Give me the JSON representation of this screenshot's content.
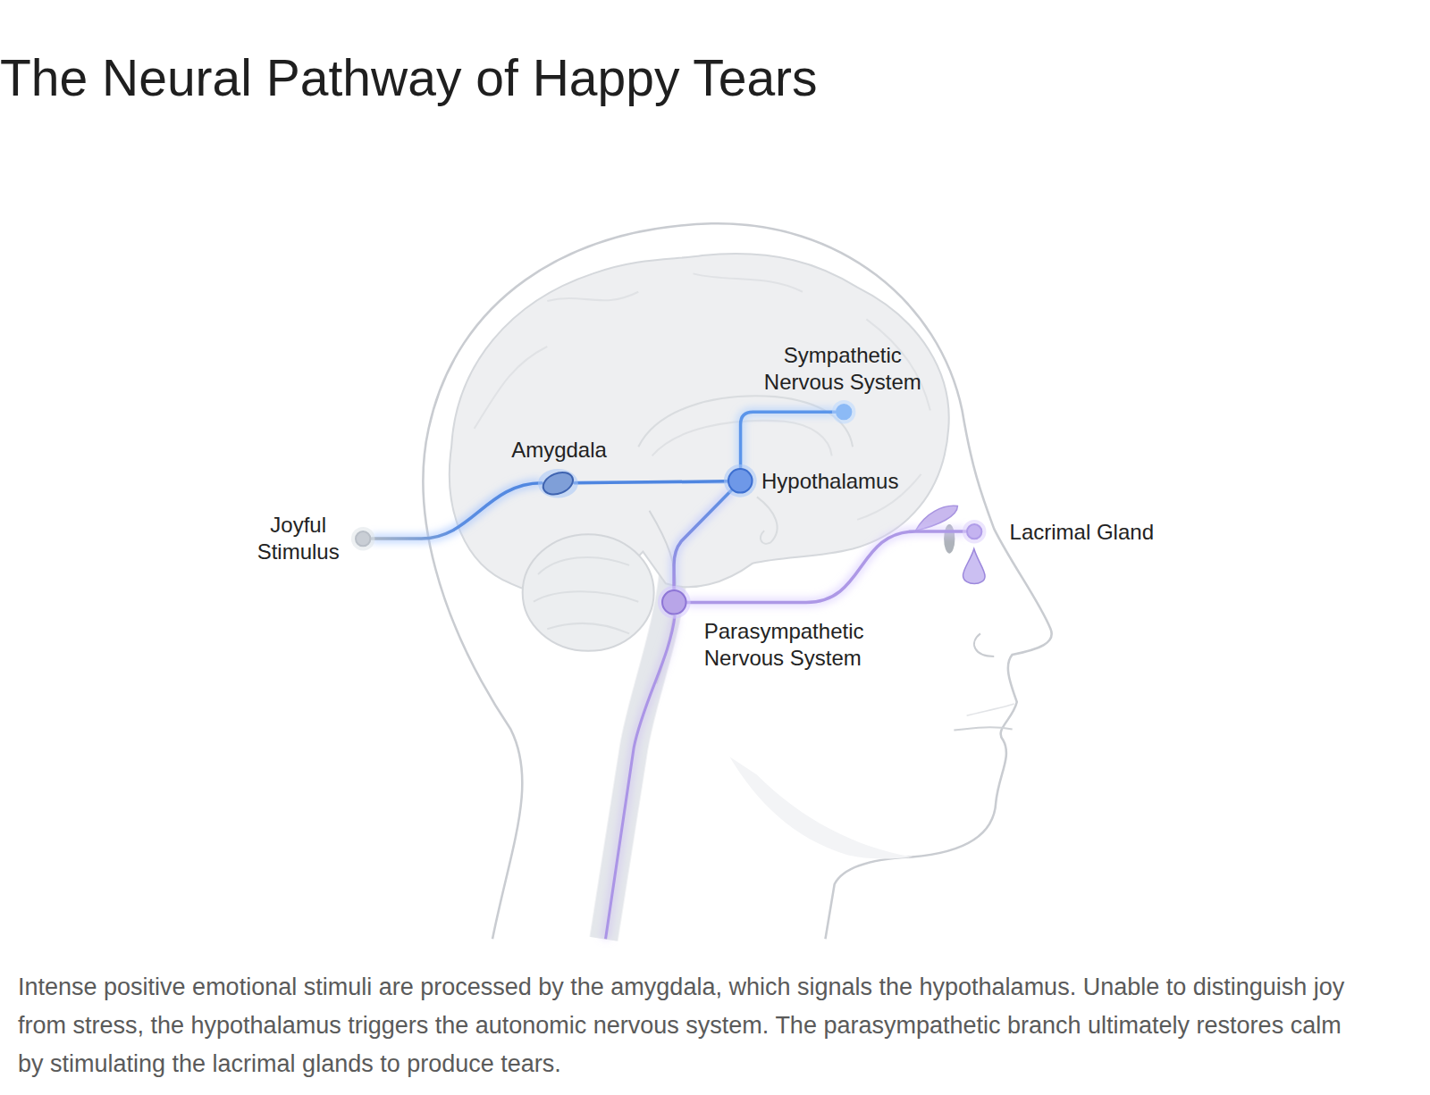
{
  "diagram": {
    "title": "The Neural Pathway of Happy Tears",
    "caption": "Intense positive emotional stimuli are processed by the amygdala, which signals the hypothalamus. Unable to distinguish joy from stress, the hypothalamus triggers the autonomic nervous system. The parasympathetic branch ultimately restores calm by stimulating the lacrimal glands to produce tears.",
    "nodes": [
      {
        "text": [
          "Joyful Stimulus"
        ]
      },
      {
        "text": [
          "Amygdala"
        ]
      },
      {
        "text": [
          "Hypothalamus"
        ]
      },
      {
        "text": [
          "Sympathetic Nervous System"
        ]
      },
      {
        "text": [
          "Parasympathetic Nervous System"
        ]
      },
      {
        "text": [
          "Lacrimal Gland"
        ]
      }
    ],
    "edges": [
      {
        "from": 0,
        "to": 1,
        "arrow": "none"
      },
      {
        "from": 1,
        "to": 2,
        "arrow": "none"
      },
      {
        "from": 2,
        "to": 3,
        "arrow": "none"
      },
      {
        "from": 2,
        "to": 4,
        "arrow": "none"
      },
      {
        "from": 4,
        "to": 5,
        "arrow": "none"
      }
    ]
  }
}
